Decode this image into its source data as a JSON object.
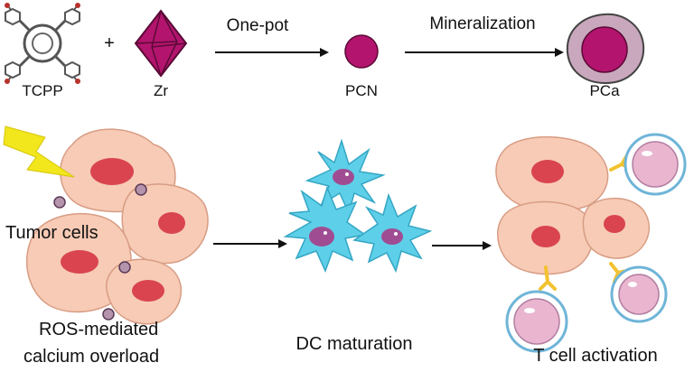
{
  "synthesis": {
    "tcpp_label": "TCPP",
    "plus_sign": "+",
    "zr_label": "Zr",
    "step1_label": "One-pot",
    "pcn_label": "PCN",
    "step2_label": "Mineralization",
    "pca_label": "PCa"
  },
  "mechanism": {
    "tumor_label": "Tumor cells",
    "ros_label_line1": "ROS-mediated",
    "ros_label_line2": "calcium overload",
    "dc_label": "DC maturation",
    "tcell_label": "T cell activation"
  },
  "colors": {
    "zr_octahedron": "#b3146e",
    "pcn_core": "#b3146e",
    "pca_shell": "#c9a8bd",
    "tumor_cell": "#f7cbb5",
    "tumor_nucleus": "#d9444f",
    "lightning": "#f2e61c",
    "dc_cell": "#5ecfe8",
    "dc_nucleus": "#a04c92",
    "tcell_body": "#e9b5cf",
    "tcell_membrane": "#6fb5d8",
    "receptor": "#f2c230"
  }
}
